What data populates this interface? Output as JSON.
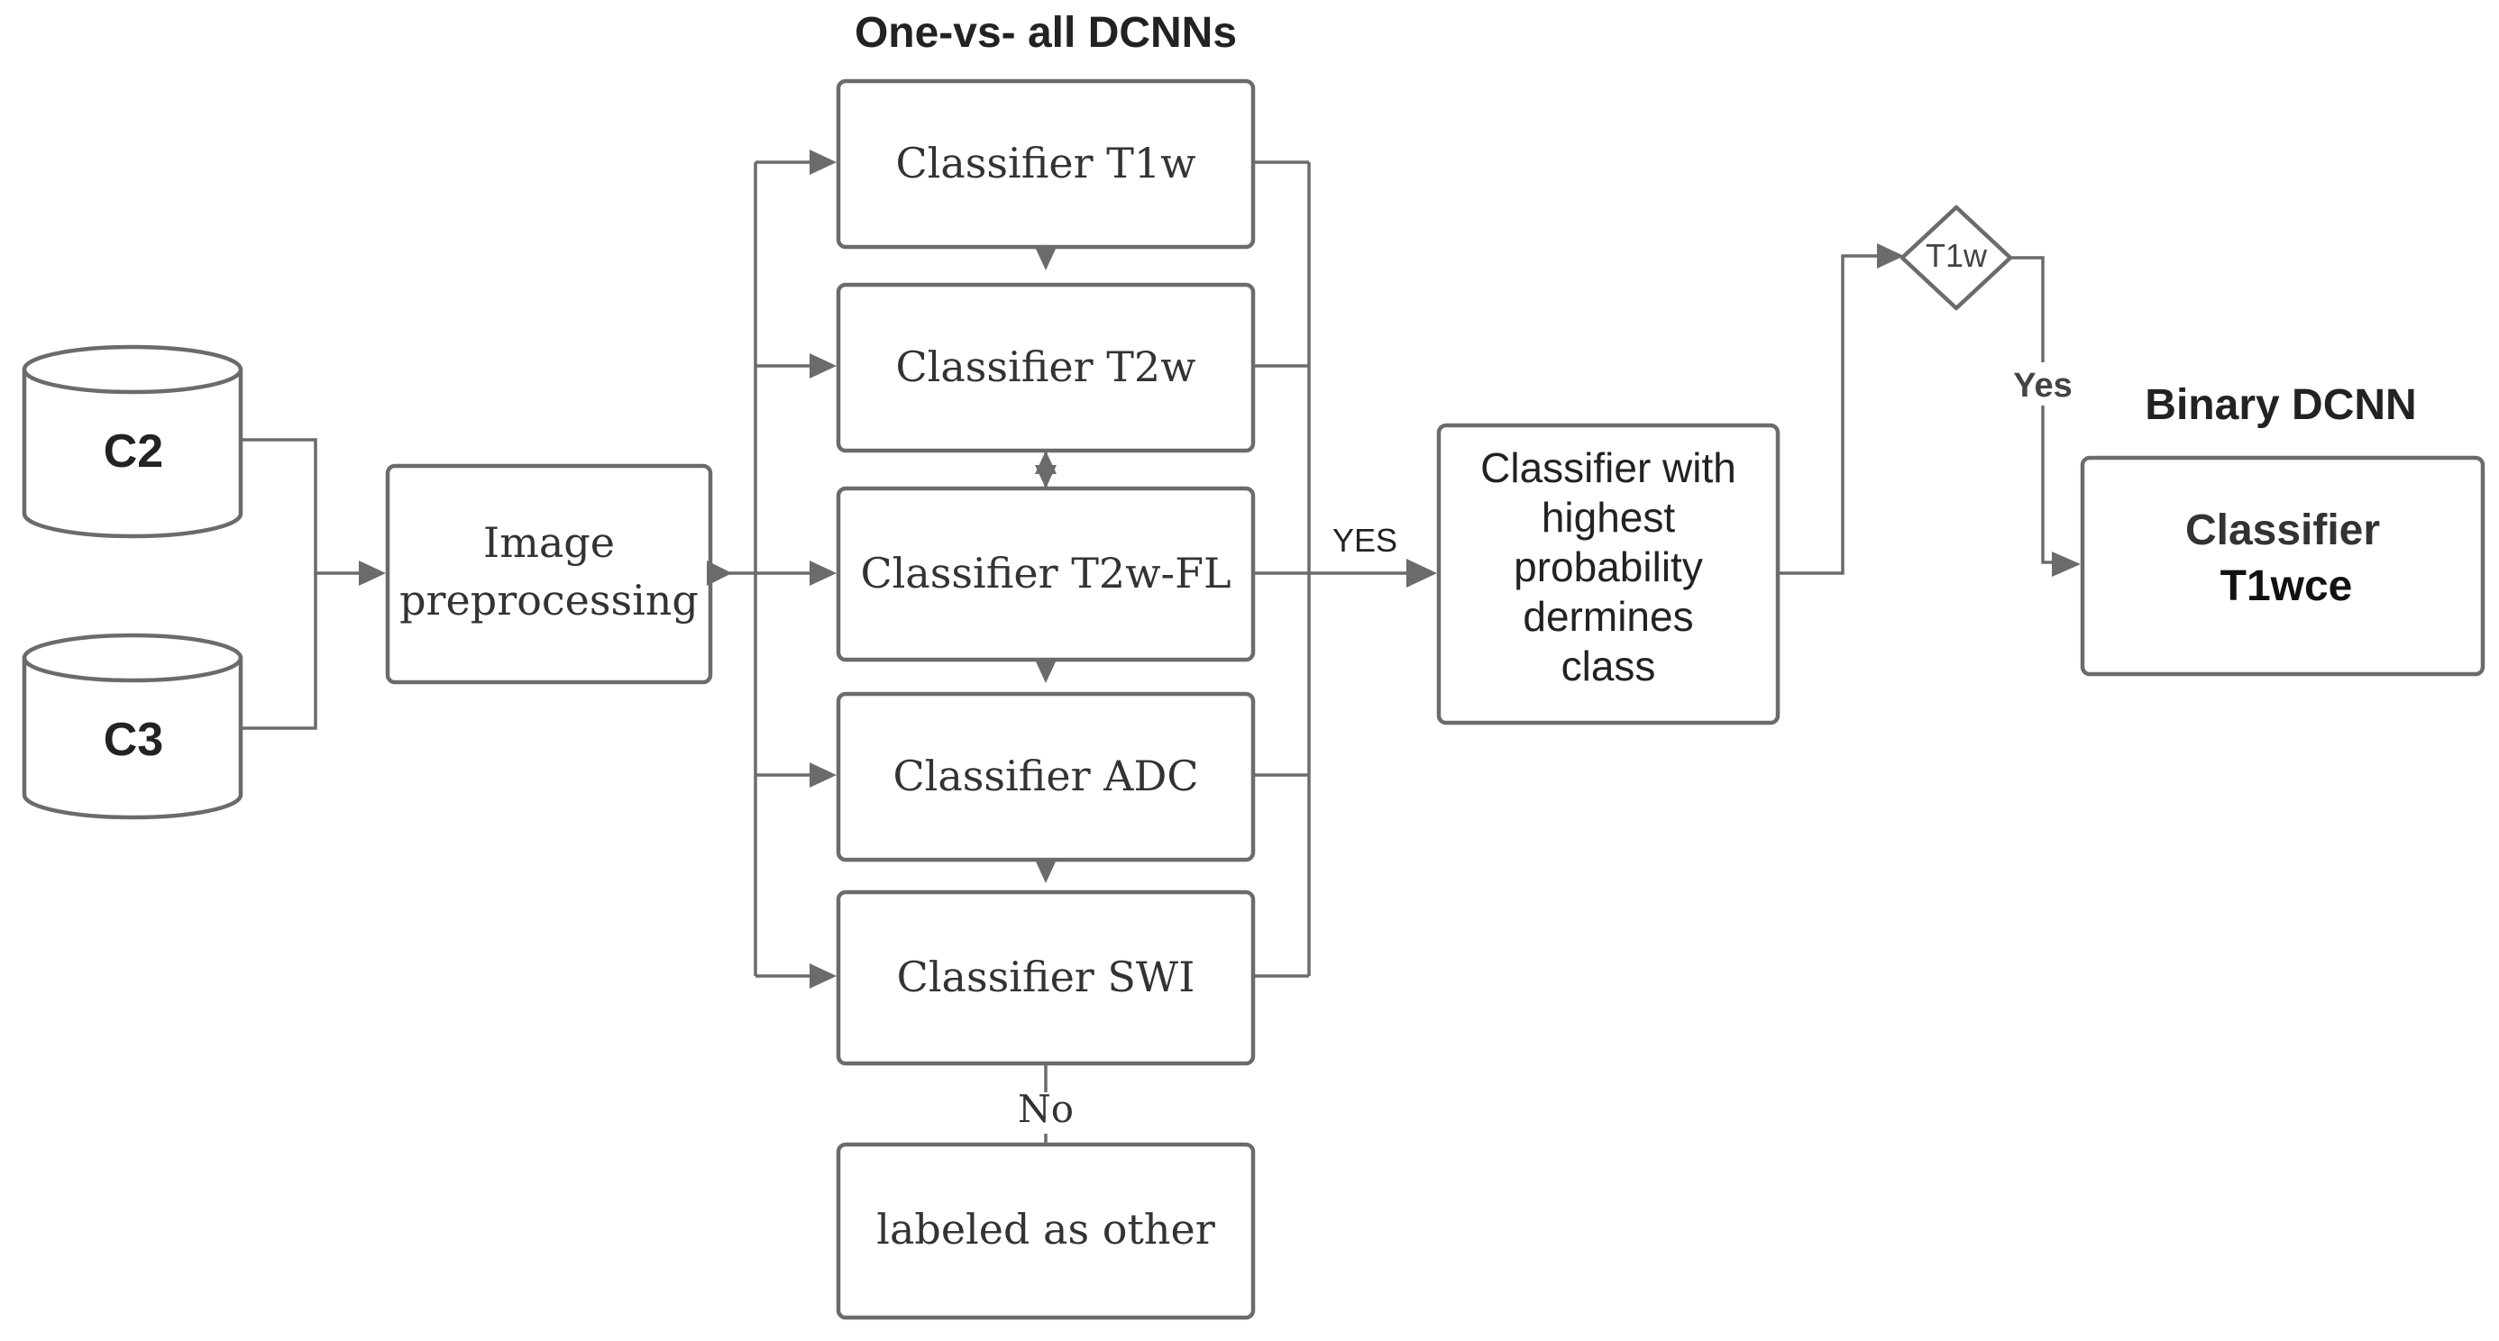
{
  "header": {
    "group_title": "One-vs- all DCNNs",
    "binary_title": "Binary DCNN"
  },
  "sources": {
    "c2": "C2",
    "c3": "C3"
  },
  "preprocess": {
    "line1": "Image",
    "line2": "preprocessing"
  },
  "classifiers": {
    "t1w": "Classifier T1w",
    "t2w": "Classifier T2w",
    "t2wfl": "Classifier T2w-FL",
    "adc": "Classifier ADC",
    "swi": "Classifier SWI"
  },
  "labels": {
    "yes_upper": "YES",
    "no": "No",
    "yes": "Yes"
  },
  "other_box": "labeled as other",
  "decision_box": {
    "line1": "Classifier with",
    "line2": "highest",
    "line3": "probability",
    "line4": "dermines",
    "line5": "class"
  },
  "diamond": "T1w",
  "binary_box": {
    "line1": "Classifier",
    "line2": "T1wce"
  },
  "colors": {
    "stroke": "#6b6b6b",
    "text": "#333333",
    "background": "#ffffff"
  }
}
